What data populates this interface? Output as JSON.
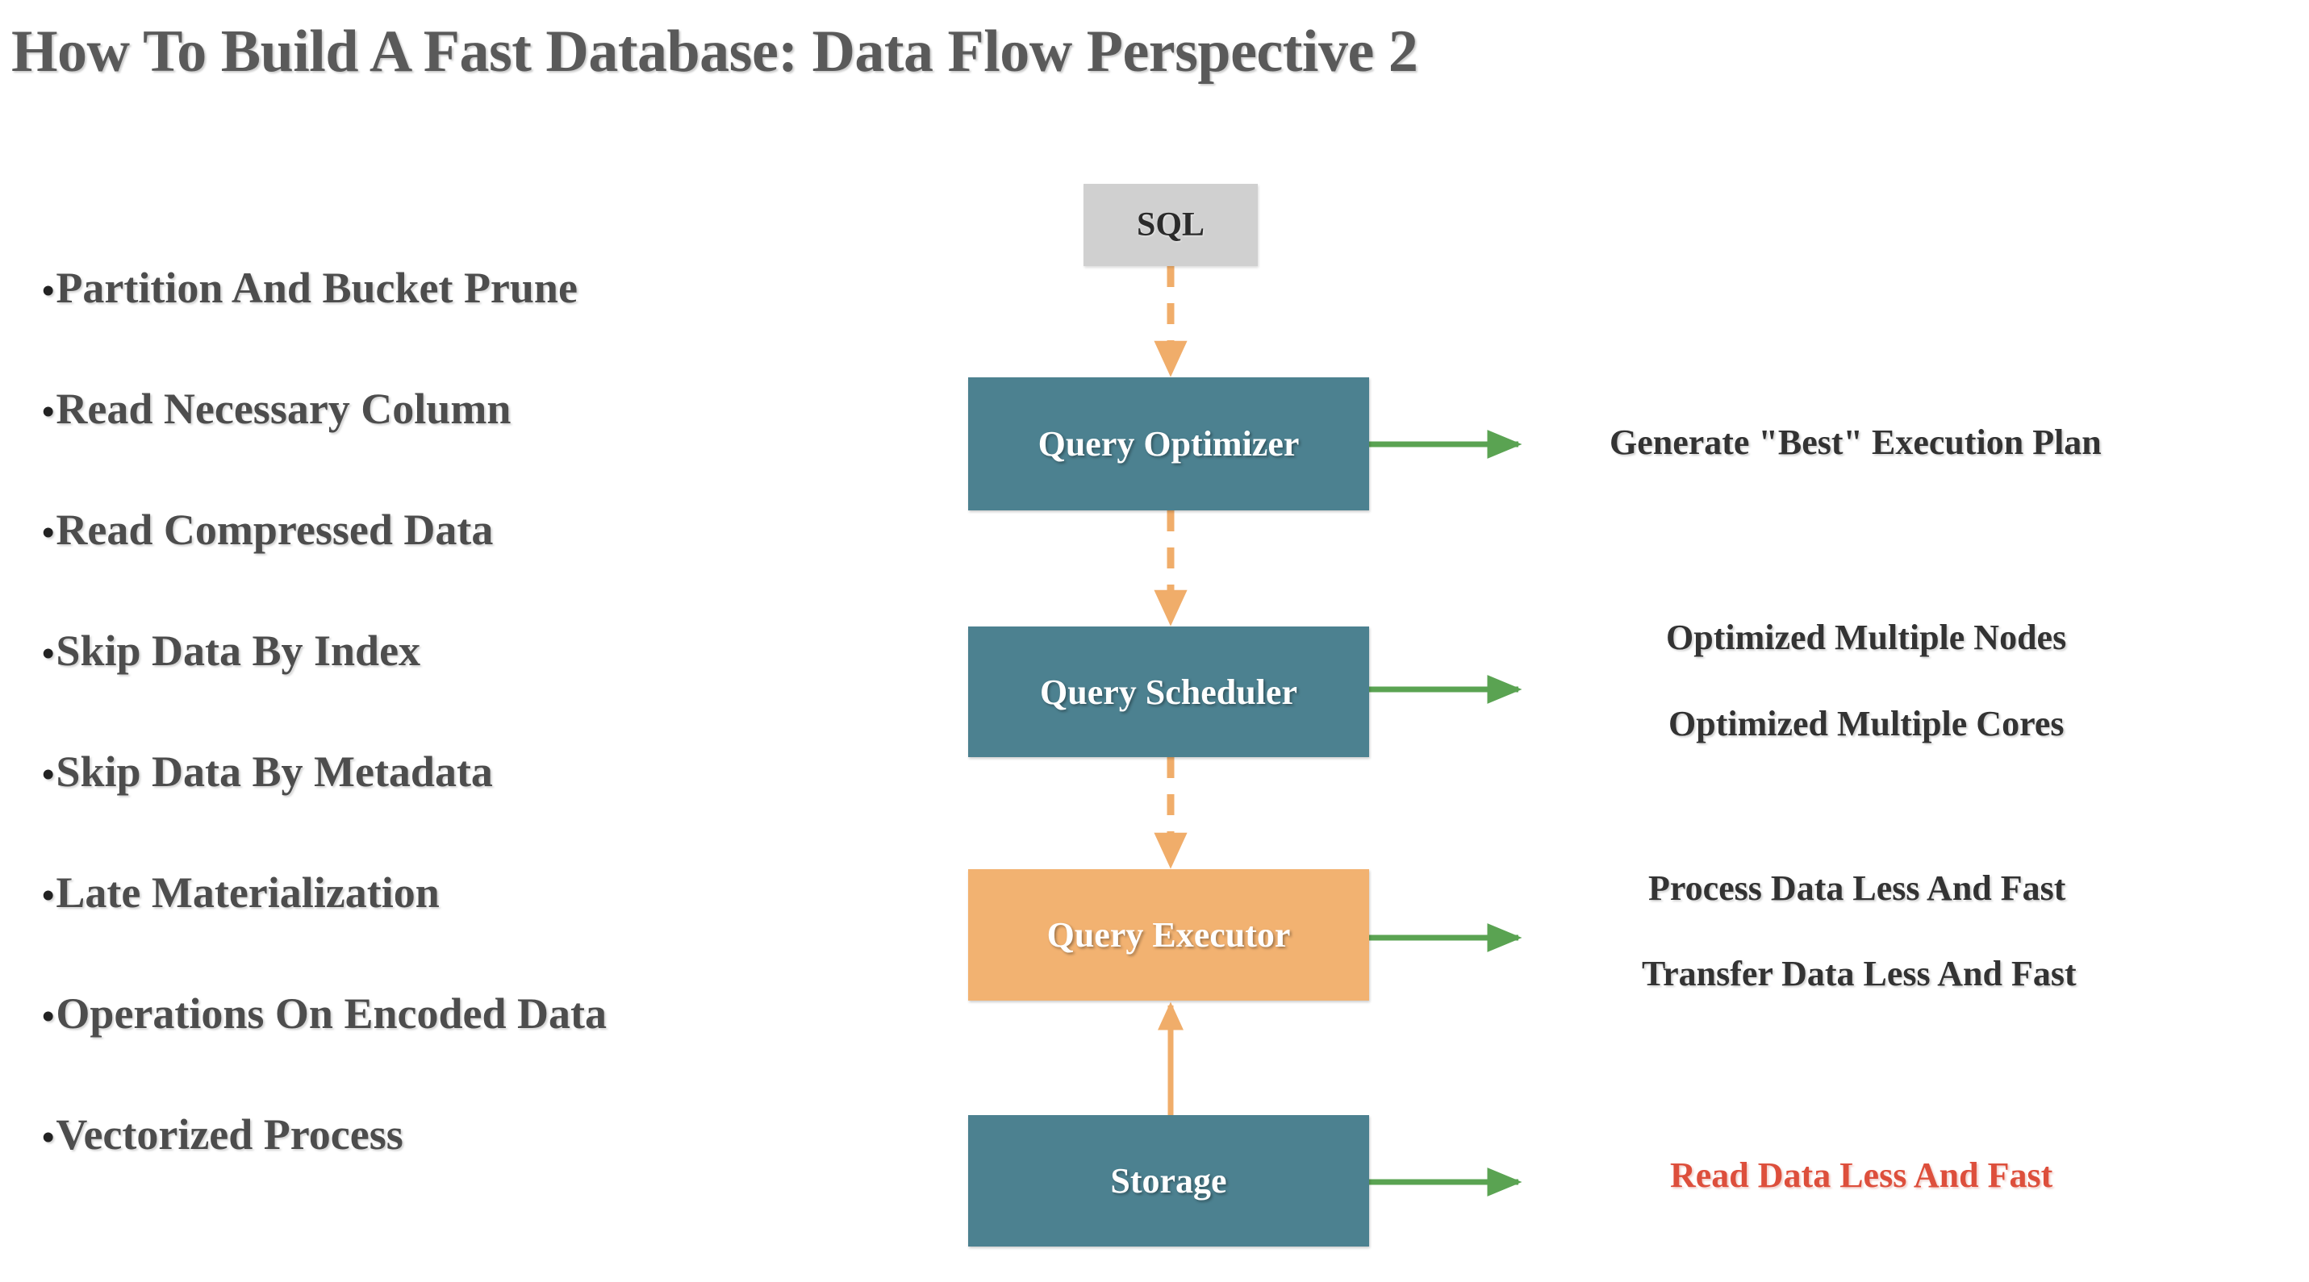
{
  "slide": {
    "title": "How To Build A Fast Database:  Data Flow Perspective 2",
    "background_color": "#ffffff",
    "title_color": "#5a5a5a"
  },
  "bullets": {
    "marker": "•",
    "color": "#4d4d4d",
    "items": [
      {
        "label": "Partition And Bucket Prune"
      },
      {
        "label": "Read Necessary Column"
      },
      {
        "label": "Read Compressed Data"
      },
      {
        "label": "Skip Data By Index"
      },
      {
        "label": "Skip Data By Metadata"
      },
      {
        "label": "Late Materialization"
      },
      {
        "label": "Operations On Encoded Data"
      },
      {
        "label": "Vectorized Process"
      }
    ]
  },
  "diagram": {
    "colors": {
      "teal": "#4c8190",
      "orange_fill": "#f2b271",
      "gray": "#d0d0d0",
      "arrow_orange": "#f0ad6a",
      "arrow_green": "#5aa352",
      "label_dark": "#333333",
      "label_red": "#dd4f3c"
    },
    "nodes": [
      {
        "id": "sql",
        "label": "SQL",
        "fill": "#d0d0d0",
        "text_color": "#2b2b2b"
      },
      {
        "id": "optimizer",
        "label": "Query Optimizer",
        "fill": "#4c8190",
        "text_color": "#ffffff"
      },
      {
        "id": "scheduler",
        "label": "Query Scheduler",
        "fill": "#4c8190",
        "text_color": "#ffffff"
      },
      {
        "id": "executor",
        "label": "Query Executor",
        "fill": "#f2b271",
        "text_color": "#ffffff"
      },
      {
        "id": "storage",
        "label": "Storage",
        "fill": "#4c8190",
        "text_color": "#ffffff"
      }
    ],
    "connectors": [
      {
        "from": "sql",
        "to": "optimizer",
        "style": "dashed",
        "color": "#f0ad6a",
        "direction": "down"
      },
      {
        "from": "optimizer",
        "to": "scheduler",
        "style": "dashed",
        "color": "#f0ad6a",
        "direction": "down"
      },
      {
        "from": "scheduler",
        "to": "executor",
        "style": "dashed",
        "color": "#f0ad6a",
        "direction": "down"
      },
      {
        "from": "storage",
        "to": "executor",
        "style": "solid",
        "color": "#f0ad6a",
        "direction": "up"
      }
    ],
    "outputs": [
      {
        "from": "optimizer",
        "arrow_color": "#5aa352",
        "lines": [
          "Generate \"Best\" Execution Plan"
        ],
        "text_color": "#333333"
      },
      {
        "from": "scheduler",
        "arrow_color": "#5aa352",
        "lines": [
          "Optimized Multiple Nodes",
          "Optimized Multiple Cores"
        ],
        "text_color": "#333333"
      },
      {
        "from": "executor",
        "arrow_color": "#5aa352",
        "lines": [
          "Process Data Less And Fast",
          "Transfer Data Less And Fast"
        ],
        "text_color": "#333333"
      },
      {
        "from": "storage",
        "arrow_color": "#5aa352",
        "lines": [
          "Read Data Less And Fast"
        ],
        "text_color": "#dd4f3c"
      }
    ]
  }
}
